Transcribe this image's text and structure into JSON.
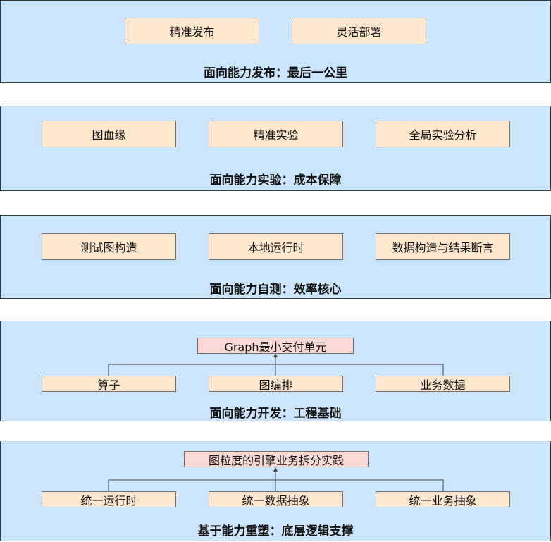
{
  "layers": [
    {
      "title": "面向能力发布：最后一公里",
      "items": [
        "精准发布",
        "灵活部署"
      ]
    },
    {
      "title": "面向能力实验：成本保障",
      "items": [
        "图血缘",
        "精准实验",
        "全局实验分析"
      ]
    },
    {
      "title": "面向能力自测：效率核心",
      "items": [
        "测试图构造",
        "本地运行时",
        "数据构造与结果断言"
      ]
    },
    {
      "title": "面向能力开发：工程基础",
      "top": "Graph最小交付单元",
      "items": [
        "算子",
        "图编排",
        "业务数据"
      ]
    },
    {
      "title": "基于能力重塑：底层逻辑支撑",
      "top": "图粒度的引擎业务拆分实践",
      "items": [
        "统一运行时",
        "统一数据抽象",
        "统一业务抽象"
      ]
    }
  ],
  "colors": {
    "panel": "#cce5ff",
    "box": "#ffe6cc",
    "top_box": "#fad9d5",
    "border": "#36393d"
  }
}
